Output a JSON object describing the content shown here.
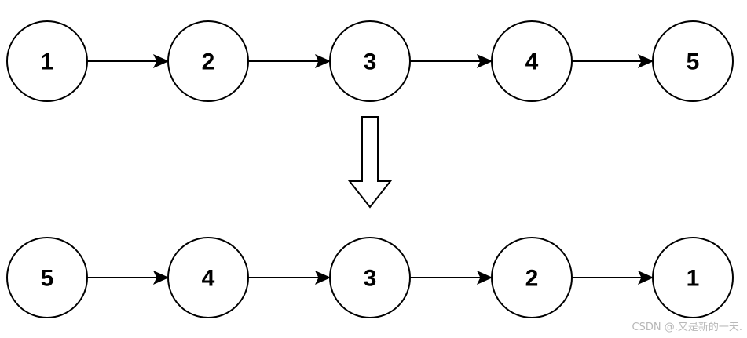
{
  "diagram": {
    "top_row": {
      "nodes": [
        "1",
        "2",
        "3",
        "4",
        "5"
      ]
    },
    "bottom_row": {
      "nodes": [
        "5",
        "4",
        "3",
        "2",
        "1"
      ]
    }
  },
  "watermark": "CSDN @.又是新的一天."
}
